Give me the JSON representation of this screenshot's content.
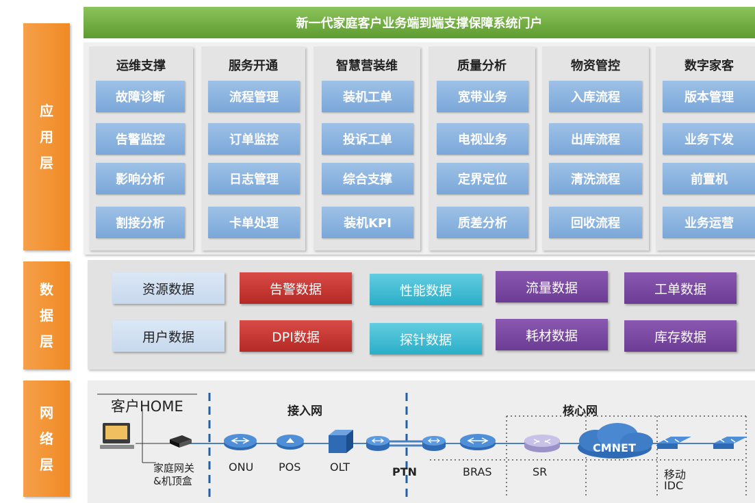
{
  "portal_title": "新一代家庭客户业务端到端支撑保障系统门户",
  "layers": {
    "app": [
      "应",
      "用",
      "层"
    ],
    "data": [
      "数",
      "据",
      "层"
    ],
    "net": [
      "网",
      "络",
      "层"
    ]
  },
  "app_columns": [
    {
      "title": "运维支撑",
      "items": [
        "故障诊断",
        "告警监控",
        "影响分析",
        "割接分析"
      ]
    },
    {
      "title": "服务开通",
      "items": [
        "流程管理",
        "订单监控",
        "日志管理",
        "卡单处理"
      ]
    },
    {
      "title": "智慧营装维",
      "items": [
        "装机工单",
        "投诉工单",
        "综合支撑",
        "装机KPI"
      ]
    },
    {
      "title": "质量分析",
      "items": [
        "宽带业务",
        "电视业务",
        "定界定位",
        "质差分析"
      ]
    },
    {
      "title": "物资管控",
      "items": [
        "入库流程",
        "出库流程",
        "清洗流程",
        "回收流程"
      ]
    },
    {
      "title": "数字家客",
      "items": [
        "版本管理",
        "业务下发",
        "前置机",
        "业务运营"
      ]
    }
  ],
  "data_row1": [
    "资源数据",
    "告警数据",
    "性能数据",
    "流量数据",
    "工单数据"
  ],
  "data_row2": [
    "用户数据",
    "DPI数据",
    "探针数据",
    "耗材数据",
    "库存数据"
  ],
  "colors": {
    "orange": "#f08a24",
    "green": "#6aa83c",
    "blue_button": "#7aa7d9",
    "red": "#c0302b",
    "cyan": "#34b4cc",
    "purple": "#7447a0"
  },
  "network": {
    "home_label": "客户HOME",
    "access_label": "接入网",
    "core_label": "核心网",
    "gateway_label_1": "家庭网关",
    "gateway_label_2": "&机顶盒",
    "onu": "ONU",
    "pos": "POS",
    "olt": "OLT",
    "ptn": "PTN",
    "bras": "BRAS",
    "sr": "SR",
    "cmnet": "CMNET",
    "idc_1": "移动",
    "idc_2": "IDC"
  }
}
